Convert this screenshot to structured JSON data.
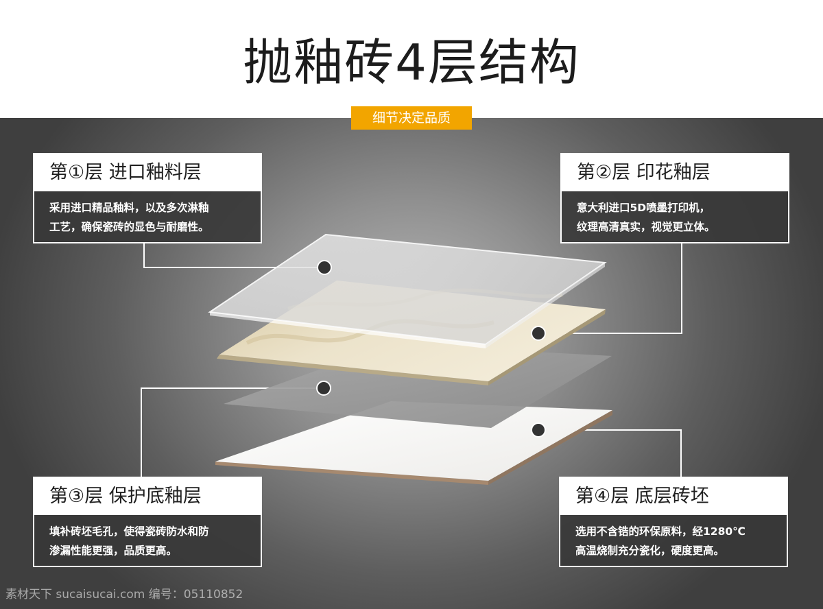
{
  "title": "抛釉砖4层结构",
  "badge": "细节决定品质",
  "layers": [
    {
      "title": "第①层  进口釉料层",
      "desc": [
        "采用进口精品釉料，以及多次淋釉",
        "工艺，确保瓷砖的显色与耐磨性。"
      ]
    },
    {
      "title": "第②层  印花釉层",
      "desc": [
        "意大利进口5D喷墨打印机，",
        "纹理高清真实，视觉更立体。"
      ]
    },
    {
      "title": "第③层  保护底釉层",
      "desc": [
        "填补砖坯毛孔，使得瓷砖防水和防",
        "渗漏性能更强，品质更高。"
      ]
    },
    {
      "title": "第④层  底层砖坯",
      "desc": [
        "选用不含锆的环保原料，经1280℃",
        "高温烧制充分瓷化，硬度更高。"
      ]
    }
  ],
  "watermark": "素材天下 sucaisucai.com  编号：05110852",
  "colors": {
    "accent": "#f2a500",
    "card_body": "#373737",
    "glaze_layer": "#e0ddd5",
    "pattern_layer": "#e6dcc2",
    "protect_layer": "#8c8c8c",
    "body_layer": "#f4f4f2",
    "marker": "#333333"
  }
}
